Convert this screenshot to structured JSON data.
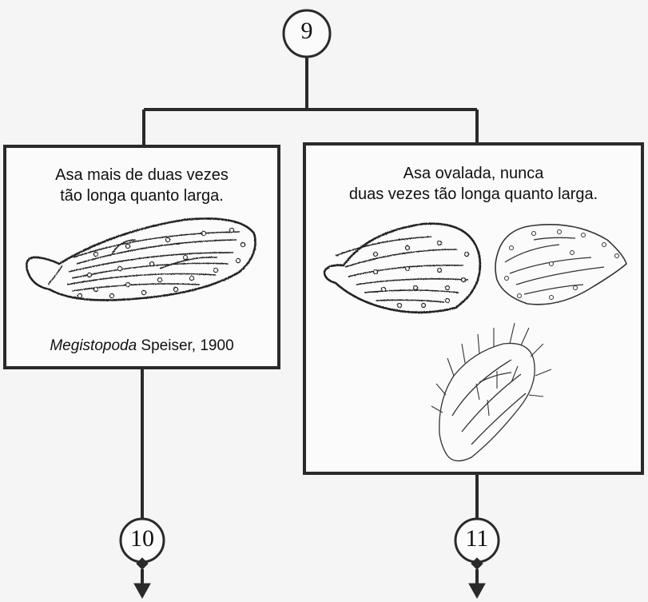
{
  "nodes": {
    "top": "9",
    "bottom_left": "10",
    "bottom_right": "11"
  },
  "left_box": {
    "line1": "Asa mais de duas vezes",
    "line2": "tão longa quanto larga.",
    "caption_genus": "Megistopoda",
    "caption_author": " Speiser, 1900"
  },
  "right_box": {
    "line1": "Asa ovalada, nunca",
    "line2": "duas vezes tão longa quanto larga."
  },
  "colors": {
    "line": "#2a2a2a",
    "background": "#f5f5f5",
    "box_fill": "#fbfbfb"
  }
}
